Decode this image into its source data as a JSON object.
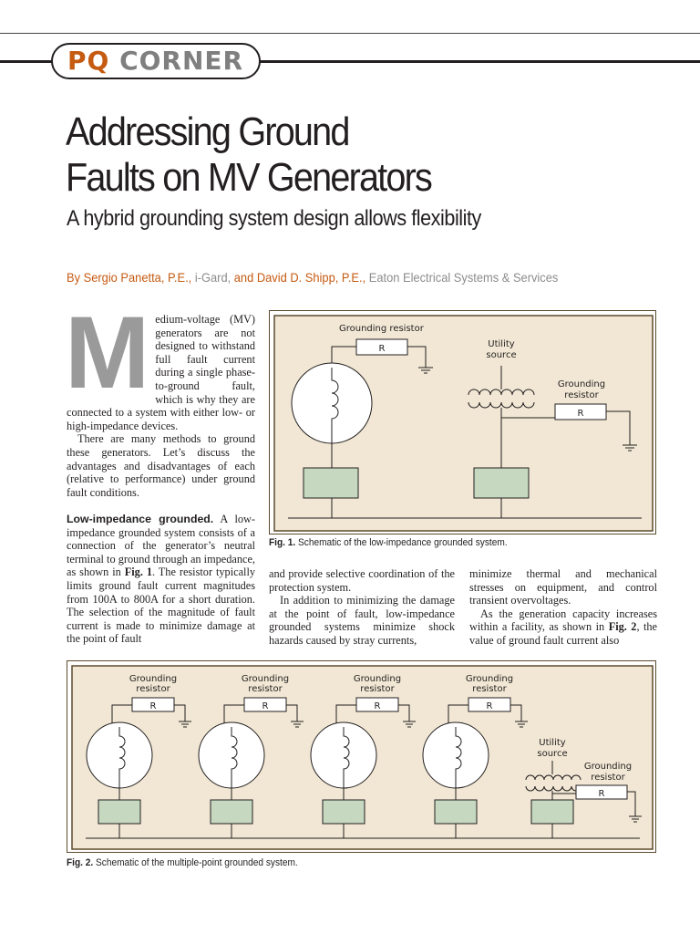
{
  "header": {
    "pq": "PQ",
    "corner": "CORNER"
  },
  "article": {
    "title_line1": "Addressing Ground",
    "title_line2": "Faults on MV Generators",
    "subtitle": "A hybrid grounding system design allows flexibility",
    "byline": {
      "by": "By Sergio Panetta, P.E.,",
      "affil1": "i-Gard,",
      "and": "and David D. Shipp, P.E.,",
      "affil2": "Eaton Electrical Systems & Services"
    }
  },
  "body": {
    "dropcap": "M",
    "p1": "edium-voltage (MV) generators are not designed to withstand full fault current during a single phase-to-ground fault, which is why they are connected to a system with either low- or high-impedance devices.",
    "p2": "There are many methods to ground these generators. Let’s discuss the advantages and disadvantages of each (relative to performance) under ground fault conditions.",
    "p3_heading": "Low-impedance grounded.",
    "p3_a": "A low-impedance grounded system consists of a connection of the generator’s neutral terminal to ground through an impedance, as shown in",
    "p3_ref": "Fig. 1",
    "p3_b": ". The resistor typically limits ground fault current magnitudes from 100A to 800A for a short duration. The selection of the magnitude of fault current is made to minimize damage at the point of fault",
    "p3_c": "and provide selective coordination of the protection system.",
    "p4": "In addition to minimizing the damage at the point of fault, low-impedance grounded systems minimize shock hazards caused by stray currents,",
    "p4_cont": "minimize thermal and mechanical stresses on equipment, and control transient overvoltages.",
    "p5_a": "As the generation capacity increases within a facility, as shown in",
    "p5_ref": "Fig. 2",
    "p5_b": ", the value of ground fault current also"
  },
  "figures": {
    "fig1": {
      "grounding_resistor": "Grounding resistor",
      "r": "R",
      "utility_line1": "Utility",
      "utility_line2": "source",
      "gr2_line1": "Grounding",
      "gr2_line2": "resistor",
      "caption_label": "Fig. 1.",
      "caption": "Schematic of the low-impedance grounded system."
    },
    "fig2": {
      "gr_line1": "Grounding",
      "gr_line2": "resistor",
      "r": "R",
      "utility_line1": "Utility",
      "utility_line2": "source",
      "caption_label": "Fig. 2.",
      "caption": "Schematic of the multiple-point grounded system."
    }
  },
  "colors": {
    "accent_orange": "#c55a11",
    "panel_fill": "#f1e7d4",
    "panel_border": "#5c4a2d",
    "block_fill": "#c6d8c0"
  }
}
